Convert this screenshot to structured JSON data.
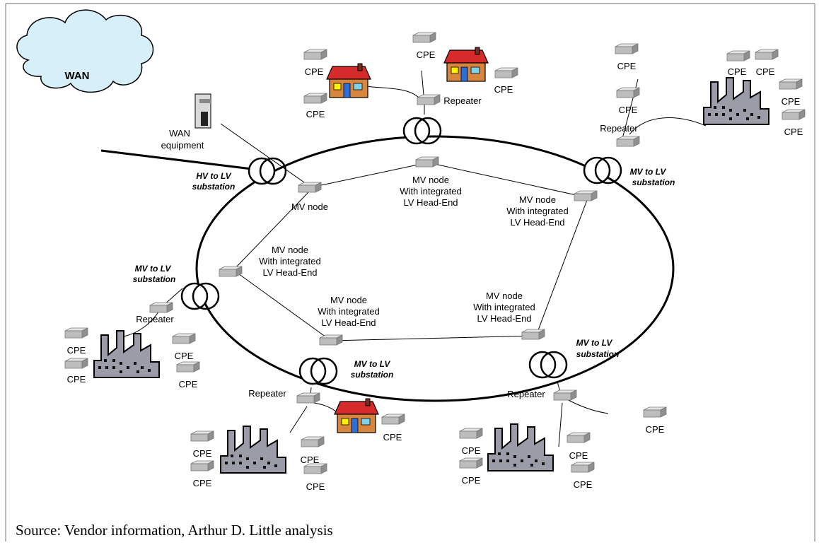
{
  "wan_cloud": {
    "label": "WAN"
  },
  "wan_equipment": {
    "line1": "WAN",
    "line2": "equipment"
  },
  "substations": {
    "hv_to_lv": {
      "line1": "HV to LV",
      "line2": "substation"
    },
    "mv_to_lv": {
      "line1": "MV to LV",
      "line2": "substation"
    }
  },
  "nodes": {
    "mv_node": "MV node",
    "with_integrated": "With integrated",
    "lv_head_end": "LV Head-End"
  },
  "repeater": "Repeater",
  "cpe": "CPE",
  "source": "Source: Vendor information, Arthur D. Little analysis"
}
